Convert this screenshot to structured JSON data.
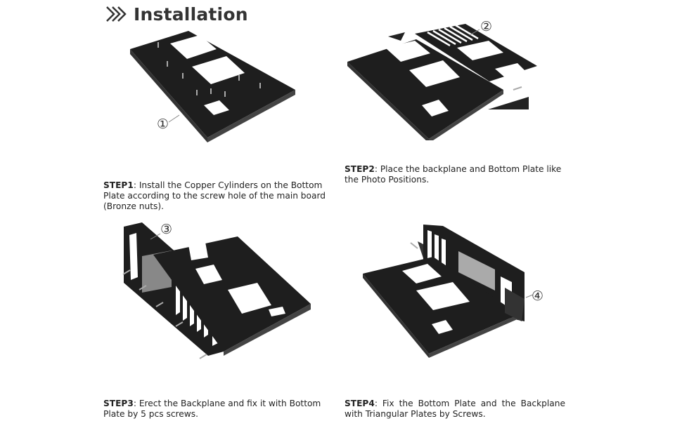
{
  "header": {
    "title": "Installation",
    "icon": "double-chevron-right-icon"
  },
  "markers": [
    "①",
    "②",
    "③",
    "④"
  ],
  "steps": [
    {
      "label": "STEP1",
      "text": ": Install the Copper Cylinders on the Bottom Plate according to the screw hole of the main board (Bronze nuts)."
    },
    {
      "label": "STEP2",
      "text": ": Place the backplane and Bottom Plate like the Photo Positions."
    },
    {
      "label": "STEP3",
      "text": ": Erect the Backplane and fix it with Bottom Plate by 5 pcs screws."
    },
    {
      "label": "STEP4",
      "text": ": Fix the Bottom Plate and the Backplane with Triangular Plates by Screws."
    }
  ],
  "colors": {
    "metal": "#1c1c1c",
    "metal_edge": "#3a3a3a",
    "hole": "#ffffff",
    "title": "#333333"
  }
}
